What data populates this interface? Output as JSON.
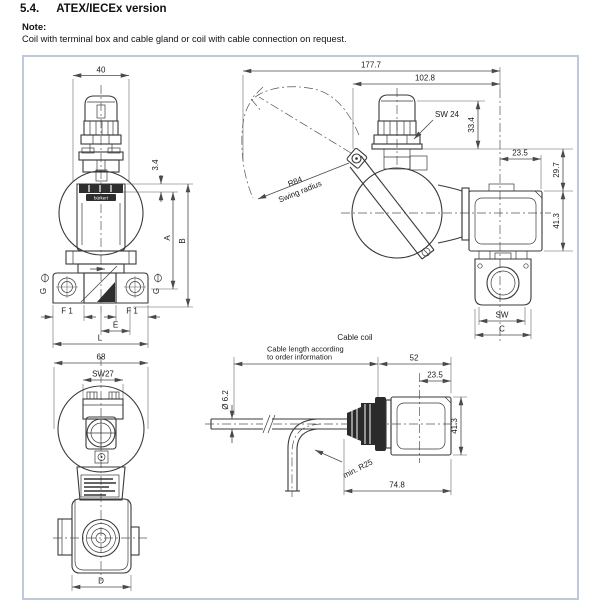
{
  "page": {
    "heading_num": "5.4.",
    "heading_title": "ATEX/IECEx version",
    "note_label": "Note:",
    "note_body": "Coil with terminal box and cable gland or coil with cable connection on request."
  },
  "colors": {
    "line": "#3a3a3a",
    "frame_border": "#bccadb",
    "badge_fill": "#2e2e2e"
  },
  "drawings": {
    "d1": {
      "w40": "40",
      "d34": "3.4",
      "a": "A",
      "b": "B",
      "g_left": "G",
      "g_right": "G",
      "f1_left": "F 1",
      "f1_right": "F 1",
      "e": "E",
      "l": "L",
      "brand": "bürkert"
    },
    "d2": {
      "total": "177.7",
      "upper": "102.8",
      "sw24": "SW 24",
      "h334": "33.4",
      "w235": "23.5",
      "h297": "29.7",
      "h413": "41.3",
      "r84": "R84",
      "swing": "Swing radius",
      "sw": "SW",
      "c": "C"
    },
    "d3": {
      "w68": "68",
      "sw27": "SW27",
      "d": "D"
    },
    "d4": {
      "title": "Cable coil",
      "note1": "Cable length according",
      "note2": "to order information",
      "l52": "52",
      "w235": "23.5",
      "dia": "Ø 6.2",
      "h413": "41.3",
      "minr": "min. R25",
      "l748": "74.8"
    }
  }
}
